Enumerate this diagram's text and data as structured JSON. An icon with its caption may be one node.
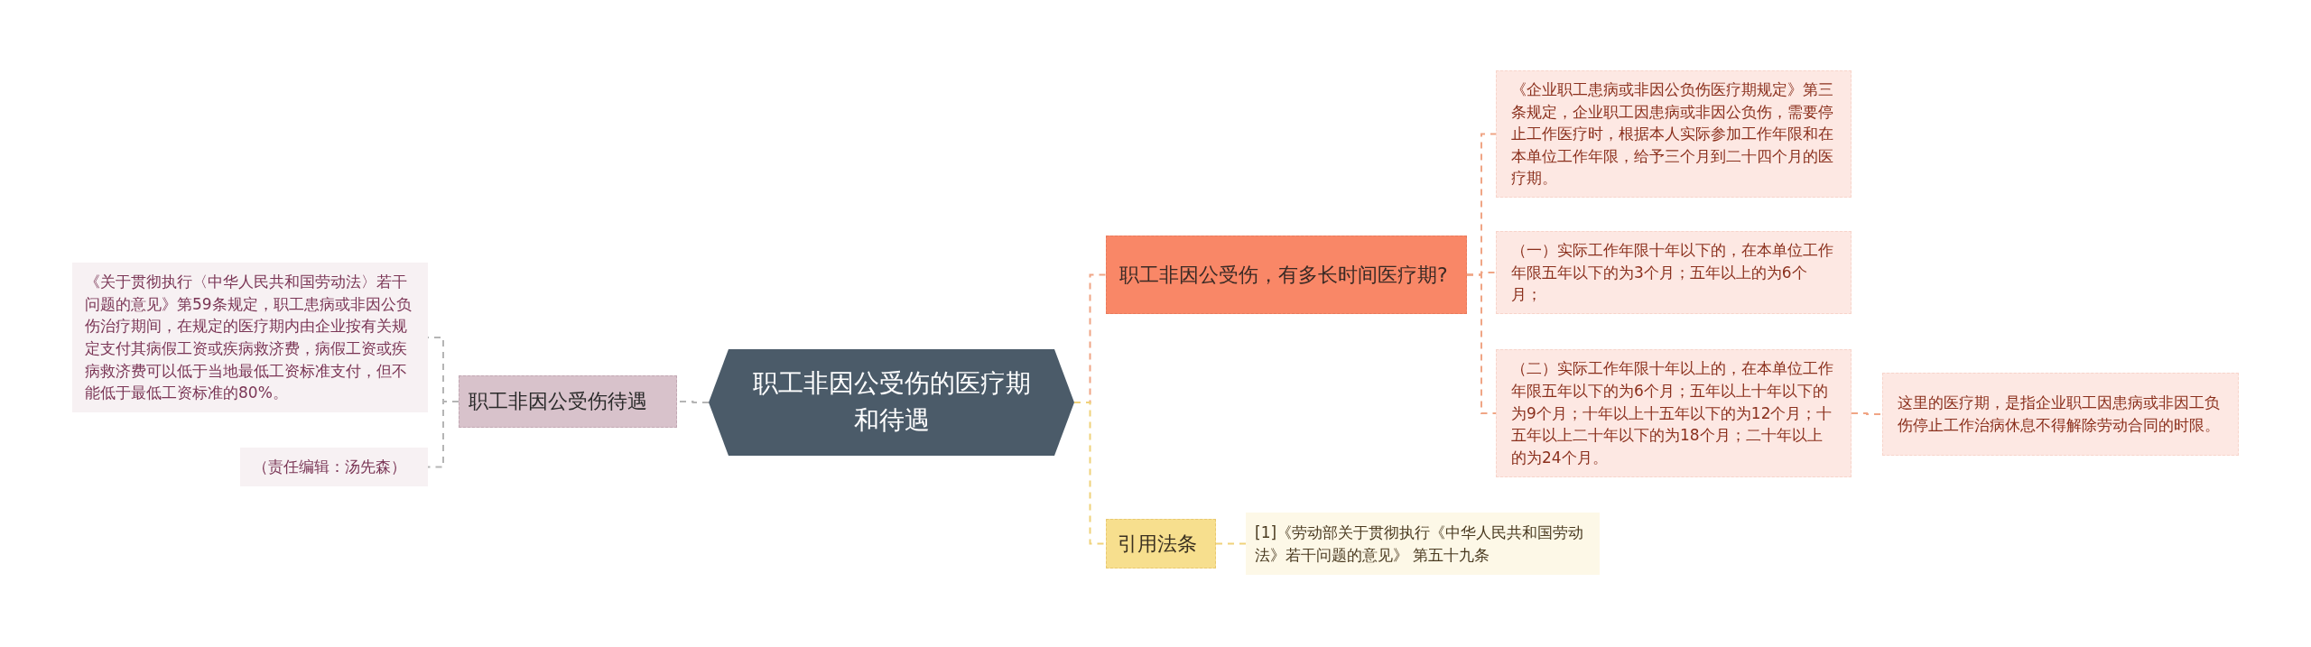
{
  "diagram": {
    "nodes": [
      {
        "text": [
          "职工非因公受伤的医疗期和待遇"
        ]
      },
      {
        "text": [
          "职工非因公受伤，有多长时间医疗期?"
        ]
      },
      {
        "text": [
          "《企业职工患病或非因公负伤医疗期规定》第三条规定，企业职工因患病或非因公负伤，需要停止工作医疗时，根据本人实际参加工作年限和在本单位工作年限，给予三个月到二十四个月的医疗期。"
        ]
      },
      {
        "text": [
          "（一）实际工作年限十年以下的，在本单位工作年限五年以下的为3个月；五年以上的为6个月；"
        ]
      },
      {
        "text": [
          "（二）实际工作年限十年以上的，在本单位工作年限五年以下的为6个月；五年以上十年以下的为9个月；十年以上十五年以下的为12个月；十五年以上二十年以下的为18个月；二十年以上的为24个月。"
        ]
      },
      {
        "text": [
          "这里的医疗期，是指企业职工因患病或非因工负伤停止工作治病休息不得解除劳动合同的时限。"
        ]
      },
      {
        "text": [
          "引用法条"
        ]
      },
      {
        "text": [
          "[1]《劳动部关于贯彻执行《中华人民共和国劳动法》若干问题的意见》 第五十九条"
        ]
      },
      {
        "text": [
          "职工非因公受伤待遇"
        ]
      },
      {
        "text": [
          "《关于贯彻执行〈中华人民共和国劳动法〉若干问题的意见》第59条规定，职工患病或非因公负伤治疗期间，在规定的医疗期内由企业按有关规定支付其病假工资或疾病救济费，病假工资或疾病救济费可以低于当地最低工资标准支付，但不能低于最低工资标准的80%。"
        ]
      },
      {
        "text": [
          "（责任编辑：汤先森）"
        ]
      }
    ],
    "edges": [
      {
        "from": 0,
        "to": 1,
        "arrow": "none"
      },
      {
        "from": 1,
        "to": 2,
        "arrow": "none"
      },
      {
        "from": 1,
        "to": 3,
        "arrow": "none"
      },
      {
        "from": 1,
        "to": 4,
        "arrow": "none"
      },
      {
        "from": 4,
        "to": 5,
        "arrow": "none"
      },
      {
        "from": 0,
        "to": 6,
        "arrow": "none",
        "color": "#f0d27a"
      },
      {
        "from": 6,
        "to": 7,
        "arrow": "none",
        "color": "#f0d27a"
      },
      {
        "from": 0,
        "to": 8,
        "arrow": "none",
        "color": "#b5b5b5"
      },
      {
        "from": 8,
        "to": 9,
        "arrow": "none",
        "color": "#b5b5b5"
      },
      {
        "from": 8,
        "to": 10,
        "arrow": "none",
        "color": "#b5b5b5"
      }
    ]
  }
}
